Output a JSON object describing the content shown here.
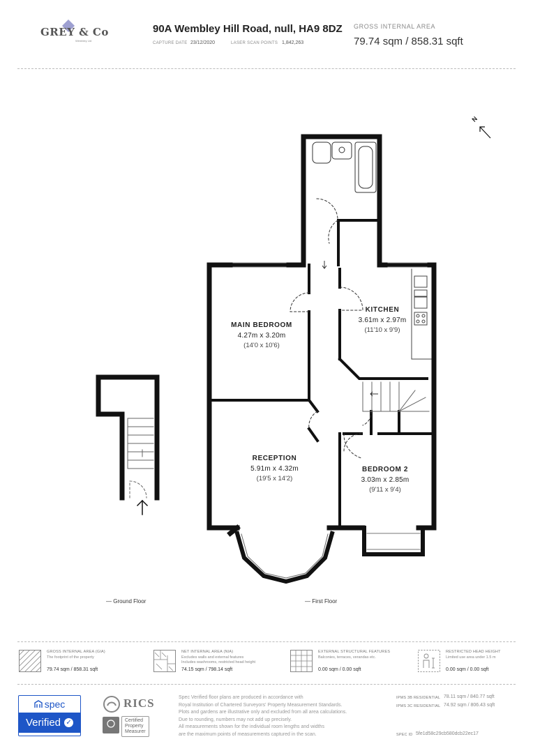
{
  "header": {
    "logo": {
      "brand": "GREY & Co",
      "sub": "Wembley Ltd"
    },
    "address": "90A Wembley Hill Road, null, HA9 8DZ",
    "capture_date_label": "CAPTURE DATE",
    "capture_date": "23/12/2020",
    "scan_points_label": "LASER SCAN POINTS",
    "scan_points": "1,842,263",
    "gia_label": "GROSS INTERNAL AREA",
    "gia_value": "79.74 sqm / 858.31 sqft"
  },
  "plan": {
    "rooms": [
      {
        "name": "MAIN BEDROOM",
        "metric": "4.27m x 3.20m",
        "imperial": "(14'0 x 10'6)"
      },
      {
        "name": "KITCHEN",
        "metric": "3.61m x 2.97m",
        "imperial": "(11'10 x 9'9)"
      },
      {
        "name": "RECEPTION",
        "metric": "5.91m x 4.32m",
        "imperial": "(19'5 x 14'2)"
      },
      {
        "name": "BEDROOM 2",
        "metric": "3.03m x 2.85m",
        "imperial": "(9'11 x 9'4)"
      }
    ],
    "compass_label": "N",
    "floors": {
      "ground": "— Ground Floor",
      "first": "— First Floor"
    }
  },
  "legend": [
    {
      "title": "GROSS INTERNAL AREA (GIA)",
      "desc": [
        "The footprint of the property"
      ],
      "value": "79.74 sqm / 858.31 sqft",
      "icon": "hatch-icon"
    },
    {
      "title": "NET INTERNAL AREA (NIA)",
      "desc": [
        "Excludes walls and external features",
        "Includes washrooms, restricted head height"
      ],
      "value": "74.15 sqm / 798.14 sqft",
      "icon": "nia-plan-icon"
    },
    {
      "title": "EXTERNAL STRUCTURAL FEATURES",
      "desc": [
        "Balconies, terraces, verandas etc."
      ],
      "value": "0.00 sqm / 0.00 sqft",
      "icon": "grid-icon"
    },
    {
      "title": "RESTRICTED HEAD HEIGHT",
      "desc": [
        "Limited use area under 1.5 m"
      ],
      "value": "0.00 sqm / 0.00 sqft",
      "icon": "person-height-icon"
    }
  ],
  "footer": {
    "spec_label": "spec",
    "verified_label": "Verified",
    "rics_label": "RICS",
    "rics_box": [
      "Certified",
      "Property",
      "Measurer"
    ],
    "notes": [
      "Spec Verified floor plans are produced in accordance with",
      "Royal Institution of Chartered Surveyors' Property Measurement Standards.",
      "Plots and gardens are illustrative only and excluded from all area calculations.",
      "Due to rounding, numbers may not add up precisely.",
      "All measurements shown for the individual room lengths and widths",
      "are the maximum points of measurements captured in the scan."
    ],
    "ipms3b_label": "IPMS 3B RESIDENTIAL",
    "ipms3b_value": "78.11 sqm / 840.77 sqft",
    "ipms3c_label": "IPMS 3C RESIDENTIAL",
    "ipms3c_value": "74.92 sqm / 806.43 sqft",
    "spec_id_label": "SPEC ID",
    "spec_id_value": "5fe1d58c29cb580dcb22ec17"
  }
}
